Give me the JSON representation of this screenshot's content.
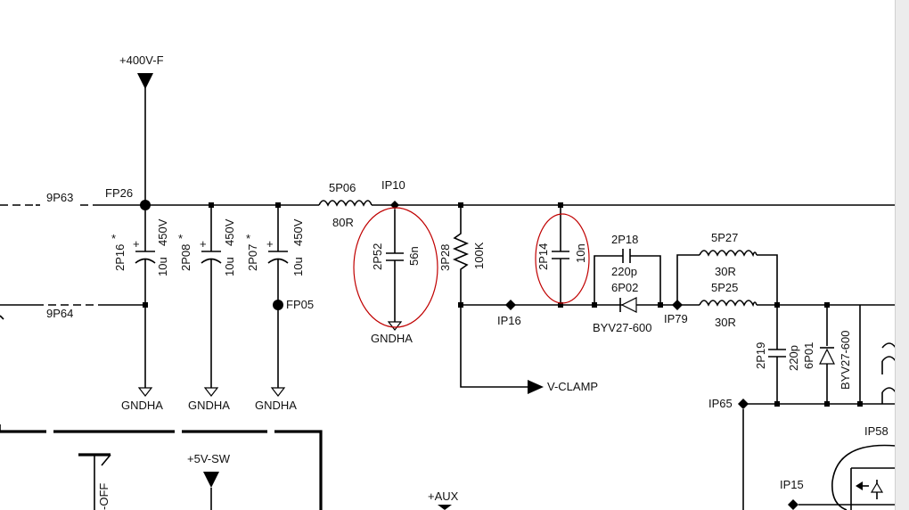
{
  "nets": {
    "supply_400": "+400V-F",
    "supply_5v": "+5V-SW",
    "aux": "+AUX",
    "vclamp": "V-CLAMP",
    "gnd": "GNDHA",
    "off_fragment": "-OFF"
  },
  "refs": {
    "9P63": "9P63",
    "9P64": "9P64",
    "FP26": "FP26",
    "FP05": "FP05",
    "IP10": "IP10",
    "IP16": "IP16",
    "IP79": "IP79",
    "IP65": "IP65",
    "IP58": "IP58",
    "IP15": "IP15"
  },
  "components": {
    "2P16": {
      "ref": "2P16",
      "star": "*",
      "plus": "+",
      "value": "10u",
      "voltage": "450V"
    },
    "2P08": {
      "ref": "2P08",
      "star": "*",
      "plus": "+",
      "value": "10u",
      "voltage": "450V"
    },
    "2P07": {
      "ref": "2P07",
      "star": "*",
      "plus": "+",
      "value": "10u",
      "voltage": "450V"
    },
    "5P06": {
      "ref": "5P06",
      "value": "80R"
    },
    "2P52": {
      "ref": "2P52",
      "value": "56n"
    },
    "3P28": {
      "ref": "3P28",
      "value": "100K"
    },
    "2P14": {
      "ref": "2P14",
      "value": "10n"
    },
    "2P18": {
      "ref": "2P18",
      "value": "220p"
    },
    "6P02": {
      "ref": "6P02",
      "part": "BYV27-600"
    },
    "5P27": {
      "ref": "5P27",
      "value": "30R"
    },
    "5P25": {
      "ref": "5P25",
      "value": "30R"
    },
    "2P19": {
      "ref": "2P19",
      "value": "220p"
    },
    "6P01": {
      "ref": "6P01",
      "part": "BYV27-600"
    }
  },
  "colors": {
    "wire": "#000000",
    "highlight_ring": "#c00000",
    "background": "#ffffff"
  }
}
